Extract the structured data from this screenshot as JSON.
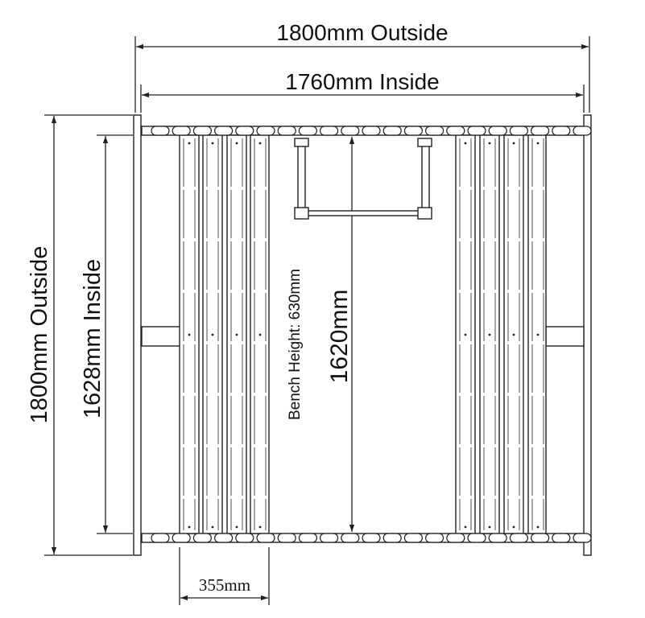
{
  "labels": {
    "outside_width": "1800mm Outside",
    "inside_width": "1760mm Inside",
    "outside_depth": "1800mm Outside",
    "inside_depth": "1628mm Inside",
    "bench_height": "Bench Height: 630mm",
    "interior_length": "1620mm",
    "bench_depth": "355mm"
  },
  "colors": {
    "line": "#222222",
    "background": "#ffffff"
  }
}
